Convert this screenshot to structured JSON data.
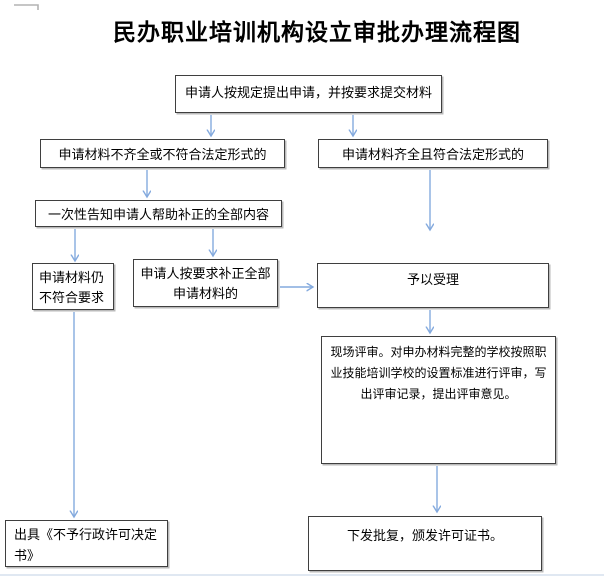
{
  "title": "民办职业培训机构设立审批办理流程图",
  "nodes": {
    "apply": "申请人按规定提出申请，并按要求提交材料",
    "incomplete": "申请材料不齐全或不符合法定形式的",
    "complete": "申请材料齐全且符合法定形式的",
    "inform": "一次性告知申请人帮助补正的全部内容",
    "still_fail": "申请材料仍不符合要求",
    "corrected": "申请人按要求补正全部申请材料的",
    "accept": "予以受理",
    "review": "现场评审。对申办材料完整的学校按照职业技能培训学校的设置标准进行评审，写出评审记录，提出评审意见。",
    "deny": "出具《不予行政许可决定书》",
    "issue": "下发批复，颁发许可证书。"
  },
  "colors": {
    "arrow": "#84aade",
    "box_border": "#3f3f3f",
    "title_text": "#000000"
  }
}
